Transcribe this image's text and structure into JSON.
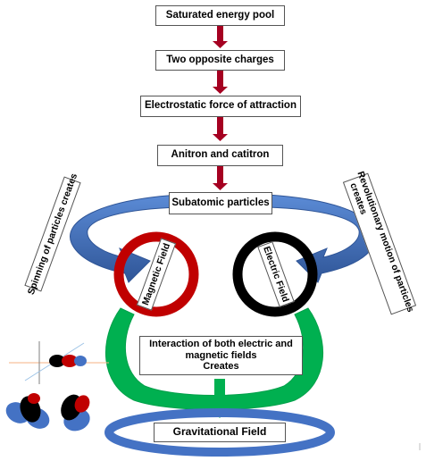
{
  "flow": {
    "box1": "Saturated energy pool",
    "box2": "Two opposite charges",
    "box3": "Electrostatic force of attraction",
    "box4": "Anitron and catitron",
    "box5": "Subatomic particles"
  },
  "side_labels": {
    "left": "Spinning of particles creates",
    "right_line1": "Revolutionary motion of particles",
    "right_line2": "creates"
  },
  "rings": {
    "magnetic": "Magnetic Field",
    "electric": "Electric Field"
  },
  "interaction": {
    "line1": "Interaction of both electric and",
    "line2": "magnetic fields",
    "line3": "Creates"
  },
  "gravitational": "Gravitational Field",
  "colors": {
    "blue": "#4472C4",
    "blue_dark": "#2F5597",
    "red": "#C00000",
    "green": "#00B050",
    "black": "#000000",
    "dark_red_arrow": "#A50021"
  }
}
